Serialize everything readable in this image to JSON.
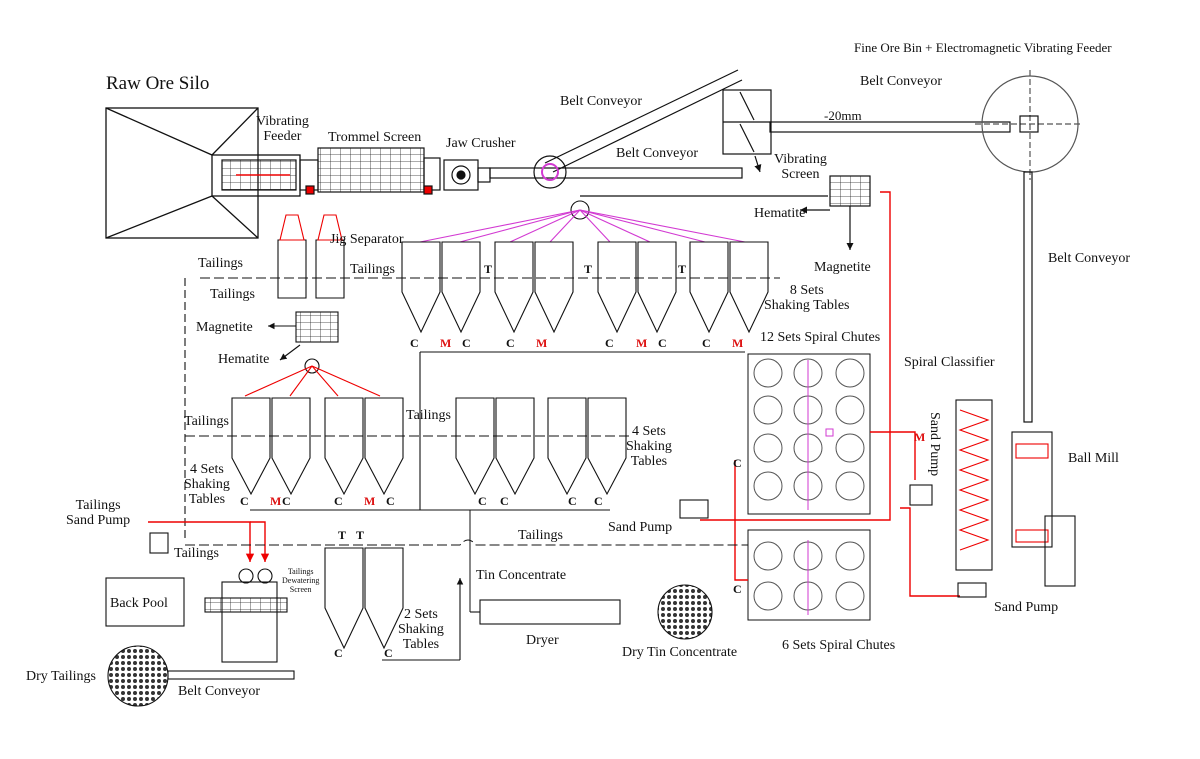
{
  "colors": {
    "line": "#111111",
    "red": "#e00000",
    "magenta": "#d23ad2",
    "gray": "#555555"
  },
  "labels": {
    "raw_ore_silo": "Raw Ore Silo",
    "vibrating_feeder": "Vibrating\nFeeder",
    "trommel_screen": "Trommel Screen",
    "jaw_crusher": "Jaw Crusher",
    "belt_conveyor_top": "Belt Conveyor",
    "belt_conveyor_mid": "Belt Conveyor",
    "vibrating_screen": "Vibrating\nScreen",
    "minus_20mm": "-20mm",
    "belt_conveyor_right": "Belt Conveyor",
    "fine_ore_bin": "Fine Ore Bin + Electromagnetic Vibrating Feeder",
    "belt_conveyor_vertical": "Belt Conveyor",
    "hematite_top": "Hematite",
    "magnetite_top": "Magnetite",
    "jig_separator": "Jig Separator",
    "tailings_1": "Tailings",
    "tailings_2": "Tailings",
    "tailings_3": "Tailings",
    "magnetite_left": "Magnetite",
    "hematite_left": "Hematite",
    "eight_sets_tables": "8 Sets\nShaking Tables",
    "twelve_spiral": "12 Sets Spiral Chutes",
    "tailings_mid": "Tailings",
    "tailings_left": "Tailings",
    "four_sets_left": "4 Sets\nShaking\nTables",
    "four_sets_right": "4 Sets\nShaking\nTables",
    "spiral_classifier": "Spiral Classifier",
    "ball_mill": "Ball Mill",
    "sand_pump_vertical": "Sand Pump",
    "sand_pump_mid": "Sand Pump",
    "sand_pump_right": "Sand Pump",
    "tailings_sand_pump": "Tailings\nSand Pump",
    "tailings_bottom": "Tailings",
    "tailings_long": "Tailings",
    "back_pool": "Back Pool",
    "dewatering_screen": "Tailings\nDewatering\nScreen",
    "two_sets_tables": "2 Sets\nShaking\nTables",
    "tin_concentrate": "Tin Concentrate",
    "dryer": "Dryer",
    "dry_tin_concentrate": "Dry Tin Concentrate",
    "six_spiral": "6 Sets Spiral Chutes",
    "dry_tailings": "Dry Tailings",
    "belt_conveyor_bottom": "Belt Conveyor"
  },
  "codes": {
    "c": "C",
    "m": "M",
    "t": "T"
  }
}
